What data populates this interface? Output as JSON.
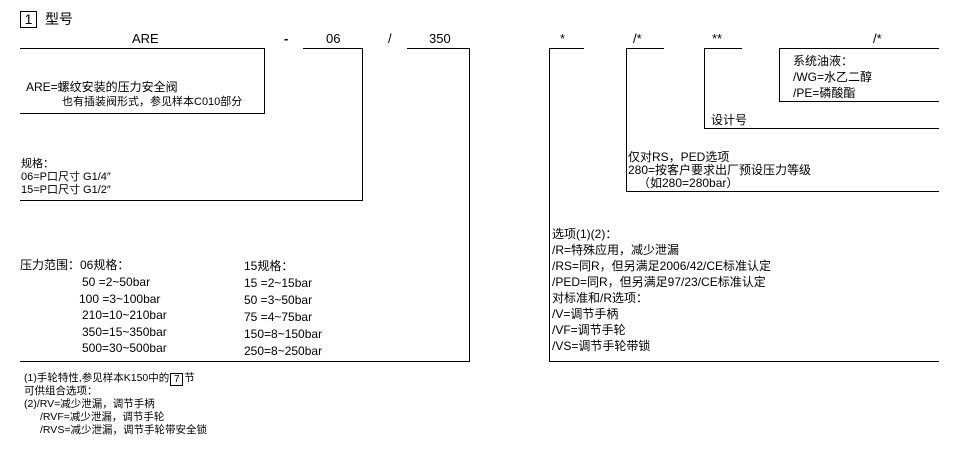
{
  "section": {
    "number": "1",
    "title": "型号"
  },
  "code_row": {
    "are": "ARE",
    "dash": "-",
    "size": "06",
    "slash1": "/",
    "pressure": "350",
    "star1": "*",
    "slash_star1": "/*",
    "double_star": "**",
    "slash_star2": "/*"
  },
  "valve_desc": {
    "line1": "ARE=螺纹安装的压力安全阀",
    "line2": "也有插装阀形式，参见样本C010部分"
  },
  "size_spec": {
    "heading": "规格：",
    "line1": "06=P口尺寸  G1/4″",
    "line2": "15=P口尺寸  G1/2″"
  },
  "pressure_range": {
    "label": "压力范围：06规格：",
    "col06": [
      "50  =2~50bar",
      "100 =3~100bar",
      "210=10~210bar",
      "350=15~350bar",
      "500=30~500bar"
    ],
    "heading15": "15规格：",
    "col15": [
      "15  =2~15bar",
      "50  =3~50bar",
      "75  =4~75bar",
      "150=8~150bar",
      "250=8~250bar"
    ]
  },
  "fluid": {
    "line1": "系统油液：",
    "line2": "/WG=水乙二醇",
    "line3": "/PE=磷酸酯"
  },
  "design": {
    "label": "设计号"
  },
  "rs_ped": {
    "line1": "仅对RS，PED选项",
    "line2": "280=按客户要求出厂预设压力等级",
    "line3": "（如280=280bar）"
  },
  "options": {
    "lines": [
      "选项(1)(2)：",
      "/R=特殊应用，减少泄漏",
      "/RS=同R，但另满足2006/42/CE标准认定",
      "/PED=同R，但另满足97/23/CE标准认定",
      "对标准和/R选项：",
      "/V=调节手柄",
      "/VF=调节手轮",
      "/VS=调节手轮带锁"
    ]
  },
  "footnotes": {
    "line1_prefix": "(1)手轮特性,参见样本K150中的",
    "line1_ref": "7",
    "line1_suffix": "节",
    "lines": [
      "可供组合选项：",
      "(2)/RV=减少泄漏，调节手柄",
      "/RVF=减少泄漏，调节手轮",
      "/RVS=减少泄漏，调节手轮带安全锁"
    ]
  }
}
